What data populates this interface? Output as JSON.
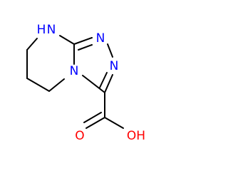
{
  "molecule": {
    "atoms": {
      "nh": "N",
      "h": "H",
      "n_top": "N",
      "n_right": "N",
      "n_bridge": "N",
      "o_carbonyl": "O",
      "oh": "OH"
    },
    "colors": {
      "bond": "#000000",
      "nitrogen": "#0000ff",
      "oxygen": "#ff0000"
    }
  }
}
